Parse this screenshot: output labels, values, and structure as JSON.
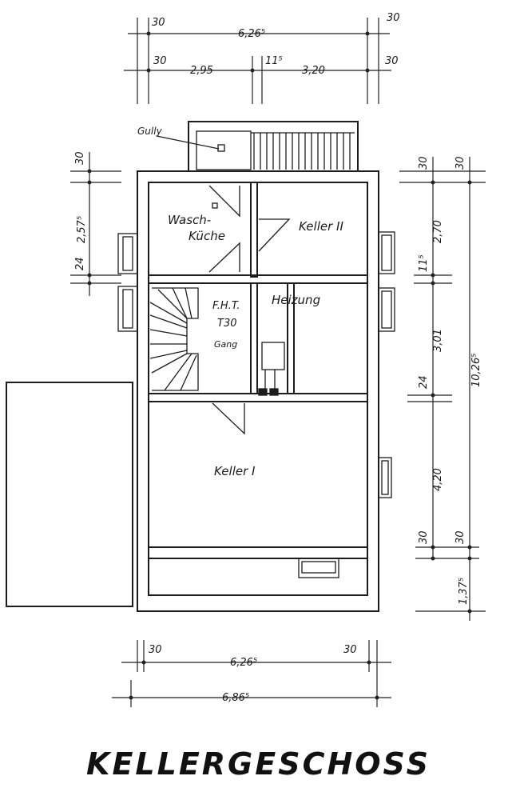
{
  "title": "KELLERGESCHOSS",
  "rooms": {
    "waschkueche_line1": "Wasch-",
    "waschkueche_line2": "Küche",
    "keller2": "Keller II",
    "keller1": "Keller I",
    "heizung": "Heizung",
    "fht": "F.H.T.",
    "t30": "T30",
    "gang": "Gang",
    "gully": "Gully"
  },
  "dimensions": {
    "top_row1": {
      "left": "30",
      "middle": "6,26⁵",
      "right": "30"
    },
    "top_row2": {
      "left": "30",
      "seg1": "2,95",
      "middle": "11⁵",
      "seg2": "3,20",
      "right": "30"
    },
    "left_side": {
      "top": "30",
      "middle": "2,57⁵",
      "lower": "24"
    },
    "right_inner": {
      "top": "30",
      "seg1": "2,70",
      "mid1": "11⁵",
      "seg2": "3,01",
      "mid2": "24",
      "seg3": "4,20",
      "bottom": "30"
    },
    "right_outer": {
      "top": "30",
      "total": "10,26⁵",
      "bottom": "30",
      "extra": "1,37⁵"
    },
    "bottom_row1": {
      "left": "30",
      "middle": "6,26⁵",
      "right": "30"
    },
    "bottom_row2": {
      "middle": "6,86⁵"
    }
  }
}
